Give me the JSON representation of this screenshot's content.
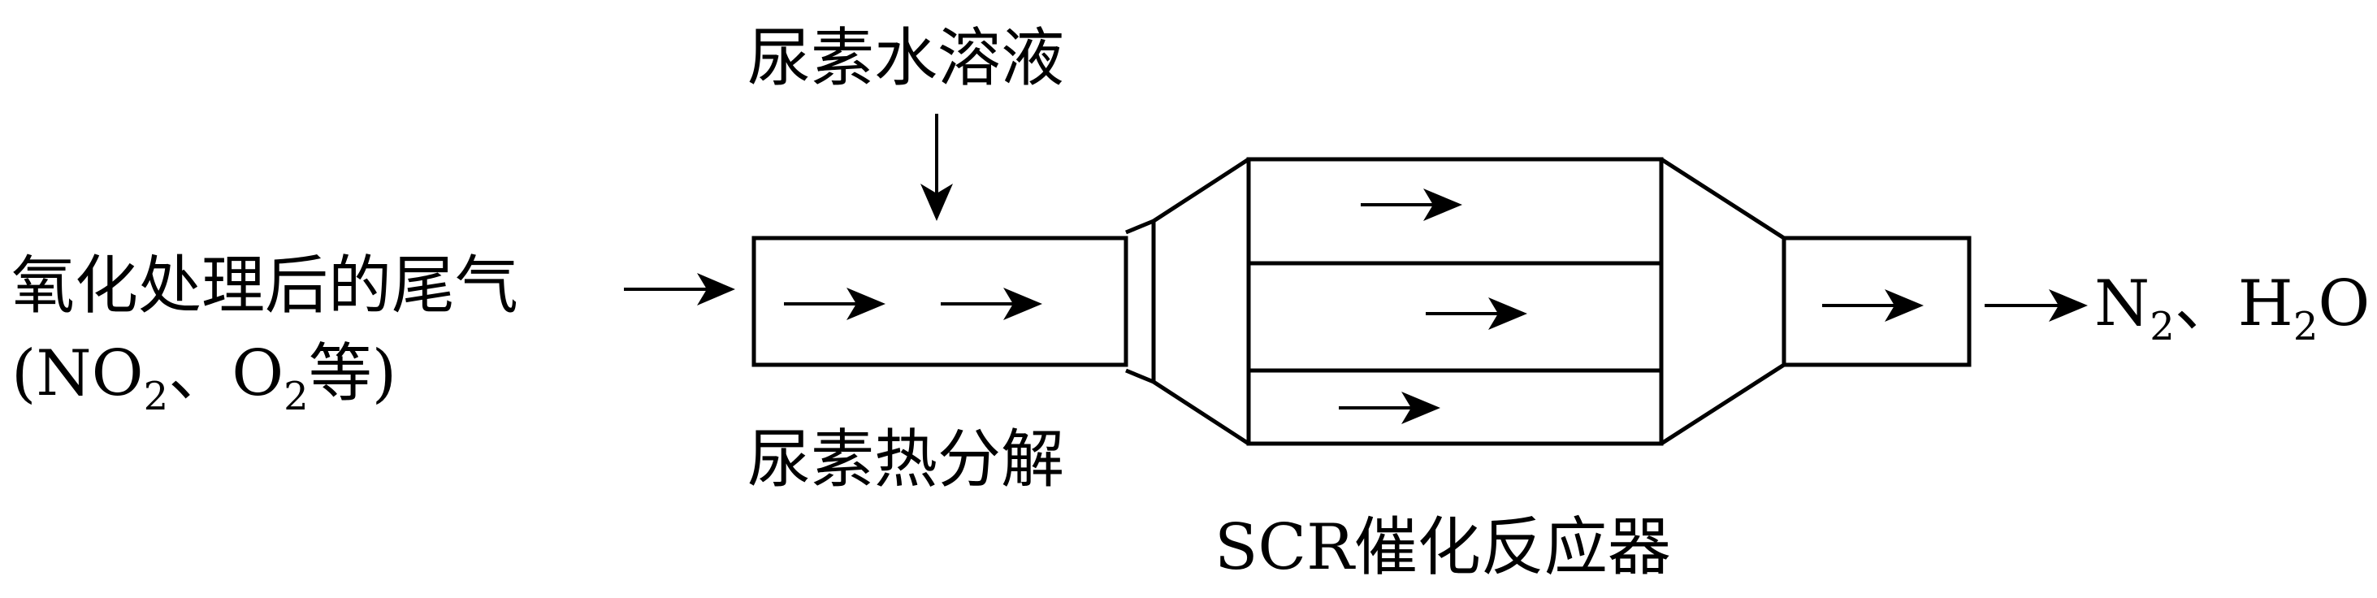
{
  "labels": {
    "urea_solution": "尿素水溶液",
    "exhaust_line1": "氧化处理后的尾气",
    "exhaust_line2_open": "(NO",
    "exhaust_line2_sub1": "2",
    "exhaust_line2_mid": "、O",
    "exhaust_line2_sub2": "2",
    "exhaust_line2_close": "等)",
    "urea_decomposition": "尿素热分解",
    "scr_reactor": "SCR催化反应器",
    "product_n": "N",
    "product_n_sub": "2",
    "product_sep": "、H",
    "product_h_sub": "2",
    "product_o": "O"
  },
  "colors": {
    "stroke": "#000000",
    "background": "#ffffff"
  }
}
